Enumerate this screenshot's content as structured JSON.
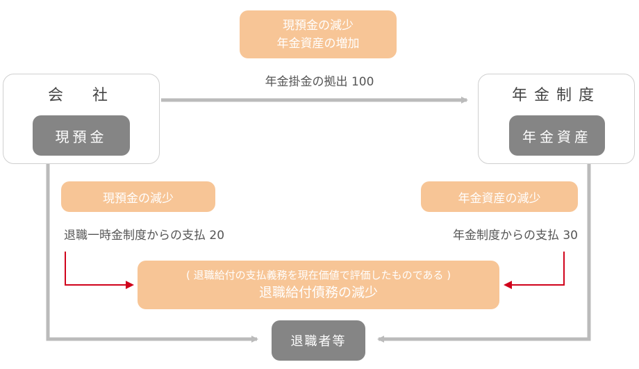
{
  "company": {
    "title": "会　社",
    "asset": "現預金"
  },
  "pension": {
    "title": "年金制度",
    "asset": "年金資産"
  },
  "top_effect": {
    "line1": "現預金の減少",
    "line2": "年金資産の増加"
  },
  "contribution_label": "年金掛金の拠出 100",
  "left_effect": "現預金の減少",
  "right_effect": "年金資産の減少",
  "lump_sum_label": "退職一時金制度からの支払 20",
  "pension_payment_label": "年金制度からの支払 30",
  "obligation": {
    "note": "( 退職給付の支払義務を現在価値で評価したものである )",
    "title": "退職給付債務の減少"
  },
  "retirees": "退職者等",
  "colors": {
    "gray_arrow": "#bbbbbb",
    "red_arrow": "#d0021b",
    "orange": "#f7c596",
    "dark_pill": "#858585"
  }
}
